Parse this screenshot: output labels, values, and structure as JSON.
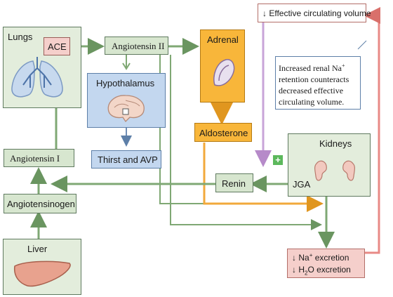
{
  "labels": {
    "lungs": "Lungs",
    "ace": "ACE",
    "angiotensin_ii": "Angiotensin II",
    "adrenal": "Adrenal",
    "hypothalamus": "Hypothalamus",
    "thirst_avp": "Thirst and AVP",
    "aldosterone": "Aldosterone",
    "angiotensin_i": "Angiotensin I",
    "angiotensinogen": "Angiotensinogen",
    "renin": "Renin",
    "kidneys": "Kidneys",
    "jga": "JGA",
    "liver": "Liver",
    "effective_circ": "Effective circulating volume",
    "down_arrow": "↓",
    "plus": "+",
    "na_excretion_prefix": "Na",
    "na_sup": "+",
    "na_excretion_suffix": " excretion",
    "h2o_h": "H",
    "h2o_sub": "2",
    "h2o_suffix": "O excretion"
  },
  "note": {
    "line1_text": "Increased renal Na",
    "line1_sup": "+",
    "line2": "retention counteracts",
    "line3": "decreased effective",
    "line4": "circulating volume."
  },
  "colors": {
    "green_box": "#d7e6cf",
    "blue_box": "#c3d7ef",
    "orange_box": "#f8b63a",
    "pink_box": "#f5cfcb",
    "arrow_green": "#7fa874",
    "arrow_blue": "#6f8db5",
    "arrow_orange": "#f2a93b",
    "arrow_purple": "#c8a4d8",
    "arrow_red": "#e88a86",
    "plus_green": "#5cb85c"
  }
}
